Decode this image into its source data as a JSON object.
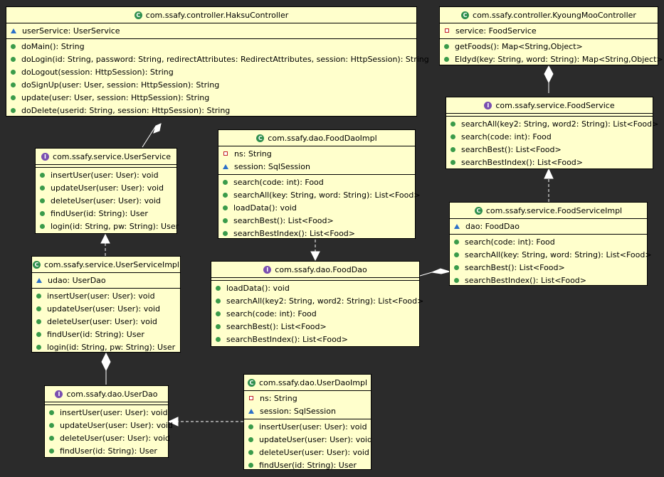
{
  "colors": {
    "background": "#2b2b2b",
    "class_fill": "#ffffcc",
    "class_icon": "#2f8f4e",
    "interface_icon": "#7a4fb0"
  },
  "classes": [
    {
      "id": "haksu",
      "kind": "class",
      "name": "com.ssafy.controller.HaksuController",
      "fields": [
        {
          "vis": "package",
          "text": "userService: UserService"
        }
      ],
      "methods": [
        {
          "vis": "public",
          "text": "doMain(): String"
        },
        {
          "vis": "public",
          "text": "doLogin(id: String, password: String, redirectAttributes: RedirectAttributes, session: HttpSession): String"
        },
        {
          "vis": "public",
          "text": "doLogout(session: HttpSession): String"
        },
        {
          "vis": "public",
          "text": "doSignUp(user: User, session: HttpSession): String"
        },
        {
          "vis": "public",
          "text": "update(user: User, session: HttpSession): String"
        },
        {
          "vis": "public",
          "text": "doDelete(userid: String, session: HttpSession): String"
        }
      ]
    },
    {
      "id": "kyoungmoo",
      "kind": "class",
      "name": "com.ssafy.controller.KyoungMooController",
      "fields": [
        {
          "vis": "private",
          "text": "service: FoodService"
        }
      ],
      "methods": [
        {
          "vis": "public",
          "text": "getFoods(): Map<String,Object>"
        },
        {
          "vis": "public",
          "text": "Eldyd(key: String, word: String): Map<String,Object>"
        }
      ]
    },
    {
      "id": "userService",
      "kind": "interface",
      "name": "com.ssafy.service.UserService",
      "fields": [],
      "methods": [
        {
          "vis": "public",
          "text": "insertUser(user: User): void"
        },
        {
          "vis": "public",
          "text": "updateUser(user: User): void"
        },
        {
          "vis": "public",
          "text": "deleteUser(user: User): void"
        },
        {
          "vis": "public",
          "text": "findUser(id: String): User"
        },
        {
          "vis": "public",
          "text": "login(id: String, pw: String): User"
        }
      ]
    },
    {
      "id": "foodDaoImpl",
      "kind": "class",
      "name": "com.ssafy.dao.FoodDaoImpl",
      "fields": [
        {
          "vis": "private",
          "text": "ns: String"
        },
        {
          "vis": "package",
          "text": "session: SqlSession"
        }
      ],
      "methods": [
        {
          "vis": "public",
          "text": "search(code: int): Food"
        },
        {
          "vis": "public",
          "text": "searchAll(key: String, word: String): List<Food>"
        },
        {
          "vis": "public",
          "text": "loadData(): void"
        },
        {
          "vis": "public",
          "text": "searchBest(): List<Food>"
        },
        {
          "vis": "public",
          "text": "searchBestIndex(): List<Food>"
        }
      ]
    },
    {
      "id": "foodService",
      "kind": "interface",
      "name": "com.ssafy.service.FoodService",
      "fields": [],
      "methods": [
        {
          "vis": "public",
          "text": "searchAll(key2: String, word2: String): List<Food>"
        },
        {
          "vis": "public",
          "text": "search(code: int): Food"
        },
        {
          "vis": "public",
          "text": "searchBest(): List<Food>"
        },
        {
          "vis": "public",
          "text": "searchBestIndex(): List<Food>"
        }
      ]
    },
    {
      "id": "foodServiceImpl",
      "kind": "class",
      "name": "com.ssafy.service.FoodServiceImpl",
      "fields": [
        {
          "vis": "package",
          "text": "dao: FoodDao"
        }
      ],
      "methods": [
        {
          "vis": "public",
          "text": "search(code: int): Food"
        },
        {
          "vis": "public",
          "text": "searchAll(key: String, word: String): List<Food>"
        },
        {
          "vis": "public",
          "text": "searchBest(): List<Food>"
        },
        {
          "vis": "public",
          "text": "searchBestIndex(): List<Food>"
        }
      ]
    },
    {
      "id": "userServiceImpl",
      "kind": "class",
      "name": "com.ssafy.service.UserServiceImpl",
      "fields": [
        {
          "vis": "package",
          "text": "udao: UserDao"
        }
      ],
      "methods": [
        {
          "vis": "public",
          "text": "insertUser(user: User): void"
        },
        {
          "vis": "public",
          "text": "updateUser(user: User): void"
        },
        {
          "vis": "public",
          "text": "deleteUser(user: User): void"
        },
        {
          "vis": "public",
          "text": "findUser(id: String): User"
        },
        {
          "vis": "public",
          "text": "login(id: String, pw: String): User"
        }
      ]
    },
    {
      "id": "foodDao",
      "kind": "interface",
      "name": "com.ssafy.dao.FoodDao",
      "fields": [],
      "methods": [
        {
          "vis": "public",
          "text": "loadData(): void"
        },
        {
          "vis": "public",
          "text": "searchAll(key2: String, word2: String): List<Food>"
        },
        {
          "vis": "public",
          "text": "search(code: int): Food"
        },
        {
          "vis": "public",
          "text": "searchBest(): List<Food>"
        },
        {
          "vis": "public",
          "text": "searchBestIndex(): List<Food>"
        }
      ]
    },
    {
      "id": "userDao",
      "kind": "interface",
      "name": "com.ssafy.dao.UserDao",
      "fields": [],
      "methods": [
        {
          "vis": "public",
          "text": "insertUser(user: User): void"
        },
        {
          "vis": "public",
          "text": "updateUser(user: User): void"
        },
        {
          "vis": "public",
          "text": "deleteUser(user: User): void"
        },
        {
          "vis": "public",
          "text": "findUser(id: String): User"
        }
      ]
    },
    {
      "id": "userDaoImpl",
      "kind": "class",
      "name": "com.ssafy.dao.UserDaoImpl",
      "fields": [
        {
          "vis": "private",
          "text": "ns: String"
        },
        {
          "vis": "package",
          "text": "session: SqlSession"
        }
      ],
      "methods": [
        {
          "vis": "public",
          "text": "insertUser(user: User): void"
        },
        {
          "vis": "public",
          "text": "updateUser(user: User): void"
        },
        {
          "vis": "public",
          "text": "deleteUser(user: User): void"
        },
        {
          "vis": "public",
          "text": "findUser(id: String): User"
        }
      ]
    }
  ],
  "relations": [
    {
      "type": "aggregation",
      "whole": "haksu",
      "part": "userService"
    },
    {
      "type": "aggregation",
      "whole": "kyoungmoo",
      "part": "foodService"
    },
    {
      "type": "realization",
      "from": "foodServiceImpl",
      "to": "foodService"
    },
    {
      "type": "aggregation",
      "whole": "foodServiceImpl",
      "part": "foodDao"
    },
    {
      "type": "realization",
      "from": "foodDaoImpl",
      "to": "foodDao"
    },
    {
      "type": "realization",
      "from": "userServiceImpl",
      "to": "userService"
    },
    {
      "type": "aggregation",
      "whole": "userServiceImpl",
      "part": "userDao"
    },
    {
      "type": "realization",
      "from": "userDaoImpl",
      "to": "userDao"
    }
  ]
}
